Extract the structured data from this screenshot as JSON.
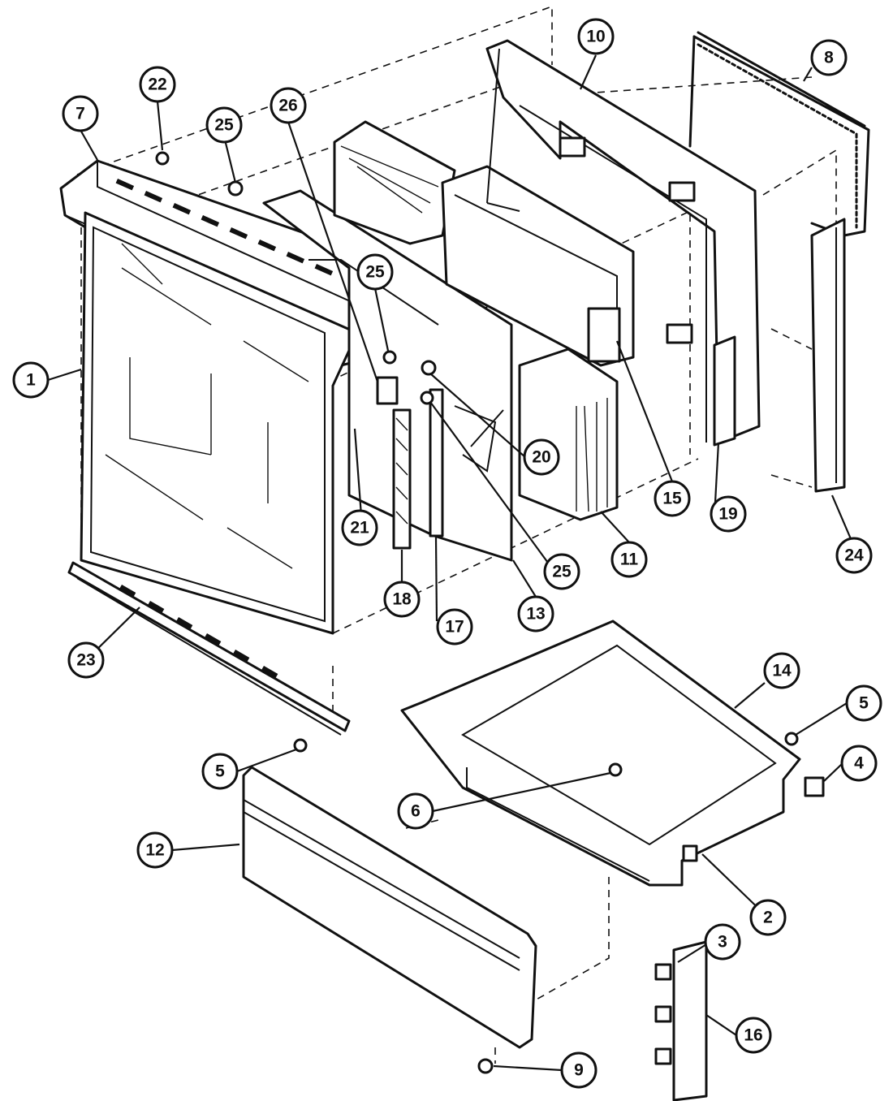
{
  "diagram": {
    "callouts": [
      {
        "id": "c1",
        "label": "1"
      },
      {
        "id": "c2",
        "label": "2"
      },
      {
        "id": "c3",
        "label": "3"
      },
      {
        "id": "c4",
        "label": "4"
      },
      {
        "id": "c5a",
        "label": "5"
      },
      {
        "id": "c5b",
        "label": "5"
      },
      {
        "id": "c6",
        "label": "6"
      },
      {
        "id": "c7",
        "label": "7"
      },
      {
        "id": "c8",
        "label": "8"
      },
      {
        "id": "c9",
        "label": "9"
      },
      {
        "id": "c10",
        "label": "10"
      },
      {
        "id": "c11",
        "label": "11"
      },
      {
        "id": "c12",
        "label": "12"
      },
      {
        "id": "c13",
        "label": "13"
      },
      {
        "id": "c14",
        "label": "14"
      },
      {
        "id": "c15",
        "label": "15"
      },
      {
        "id": "c16",
        "label": "16"
      },
      {
        "id": "c17",
        "label": "17"
      },
      {
        "id": "c18",
        "label": "18"
      },
      {
        "id": "c19",
        "label": "19"
      },
      {
        "id": "c20",
        "label": "20"
      },
      {
        "id": "c21",
        "label": "21"
      },
      {
        "id": "c22",
        "label": "22"
      },
      {
        "id": "c23",
        "label": "23"
      },
      {
        "id": "c24",
        "label": "24"
      },
      {
        "id": "c25a",
        "label": "25"
      },
      {
        "id": "c25b",
        "label": "25"
      },
      {
        "id": "c25c",
        "label": "25"
      },
      {
        "id": "c26",
        "label": "26"
      }
    ]
  }
}
